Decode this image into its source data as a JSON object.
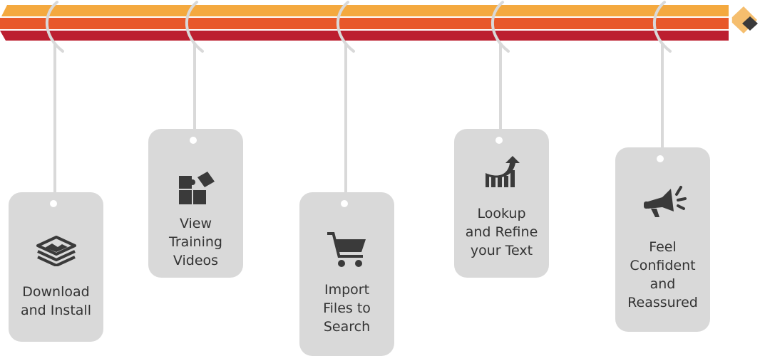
{
  "colors": {
    "band_top": "#F4A93F",
    "band_mid": "#E8582A",
    "band_bottom": "#BC1F30",
    "tip": "#F5BE6E",
    "lead": "#3A3A3A",
    "tag": "#D9D9D9",
    "string": "#D9D9D9",
    "text": "#333333"
  },
  "steps": [
    {
      "icon": "layers-icon",
      "lines": [
        "Download",
        "and Install"
      ]
    },
    {
      "icon": "puzzle-icon",
      "lines": [
        "View",
        "Training",
        "Videos"
      ]
    },
    {
      "icon": "shopping-cart-icon",
      "lines": [
        "Import",
        "Files to",
        "Search"
      ]
    },
    {
      "icon": "growth-chart-icon",
      "lines": [
        "Lookup",
        "and Refine",
        "your Text"
      ]
    },
    {
      "icon": "megaphone-icon",
      "lines": [
        "Feel",
        "Confident",
        "and",
        "Reassured"
      ]
    }
  ]
}
